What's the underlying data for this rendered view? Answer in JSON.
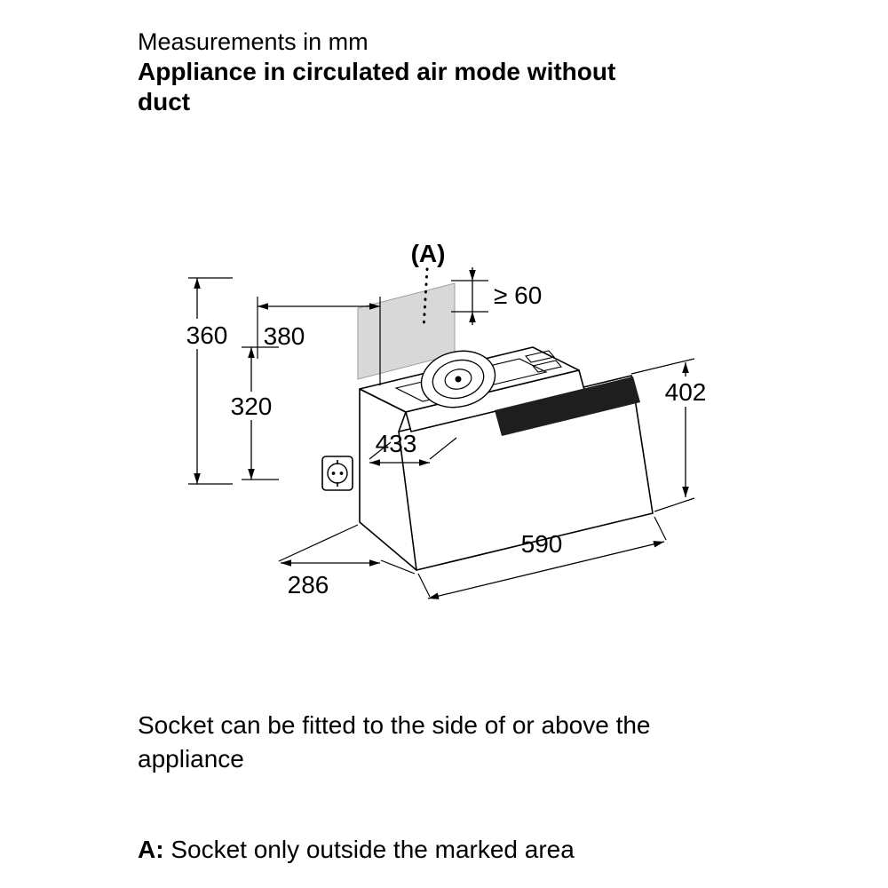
{
  "header": {
    "subtitle": "Measurements in mm",
    "title_line1": "Appliance in circulated air mode without",
    "title_line2": "duct"
  },
  "diagram": {
    "marker_label": "(A)",
    "dimensions": {
      "height_total": "360",
      "width_top": "380",
      "height_inner": "320",
      "clearance_top": "≥ 60",
      "height_right": "402",
      "width_inner": "433",
      "width_front": "590",
      "depth_bottom": "286"
    }
  },
  "notes": {
    "socket_line1": "Socket can be fitted to the side of or above the",
    "socket_line2": "appliance",
    "marker_prefix": "A:",
    "marker_note": "Socket only outside the marked area"
  },
  "colors": {
    "marked_area": "#d8d8d8",
    "trim": "#1e1e1e",
    "line": "#000000",
    "background": "#ffffff"
  }
}
